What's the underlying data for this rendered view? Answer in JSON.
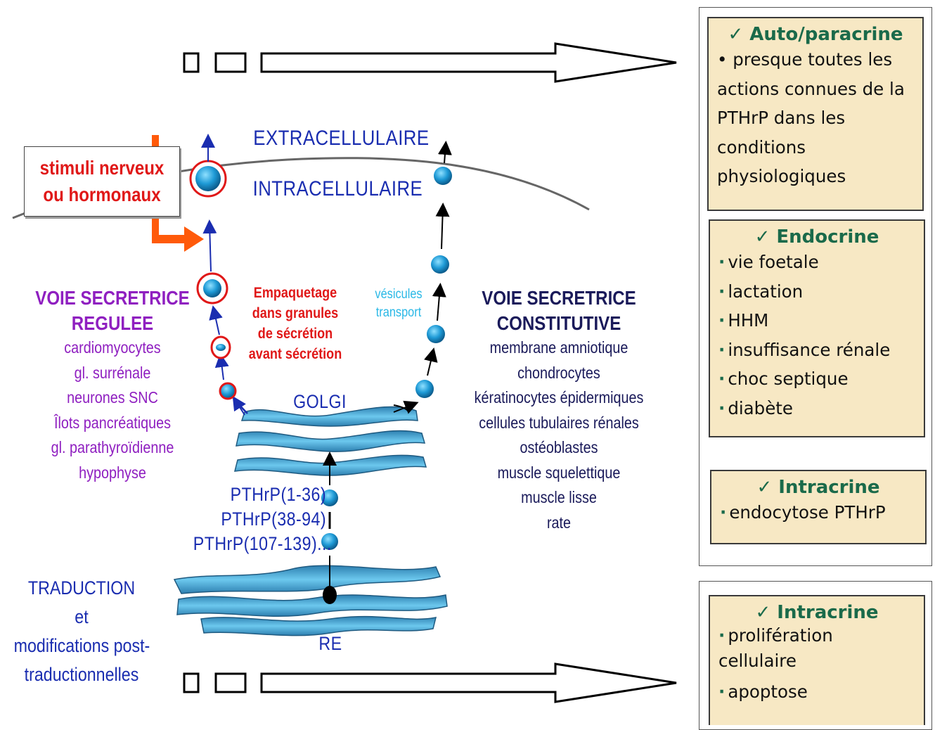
{
  "labels": {
    "extracellulaire": "EXTRACELLULAIRE",
    "intracellulaire": "INTRACELLULAIRE",
    "stimuli": [
      "stimuli nerveux",
      "ou hormonaux"
    ],
    "empaquetage": [
      "Empaquetage",
      "dans granules",
      "de sécrétion",
      "avant sécrétion"
    ],
    "vesicules": [
      "vésicules",
      "transport"
    ],
    "golgi": "GOLGI",
    "re": "RE",
    "pthrp": [
      "PTHrP(1-36)",
      "PTHrP(38-94)",
      "PTHrP(107-139)..."
    ],
    "traduction": [
      "TRADUCTION",
      "et",
      "modifications post-",
      "traductionnelles"
    ]
  },
  "voie_regulee": {
    "title": [
      "VOIE SECRETRICE",
      "REGULEE"
    ],
    "items": [
      "cardiomyocytes",
      "gl. surrénale",
      "neurones SNC",
      "Îlots pancréatiques",
      "gl. parathyroïdienne",
      "hypophyse"
    ]
  },
  "voie_constitutive": {
    "title": [
      "VOIE SECRETRICE",
      "CONSTITUTIVE"
    ],
    "items": [
      "membrane amniotique",
      "chondrocytes",
      "kératinocytes épidermiques",
      "cellules tubulaires rénales",
      "ostéoblastes",
      "muscle squelettique",
      "muscle lisse",
      "rate"
    ]
  },
  "panels": {
    "autoparacrine": {
      "title": "✓ Auto/paracrine",
      "text": [
        "• presque toutes les",
        "actions connues de la",
        "PTHrP dans les",
        "conditions",
        "physiologiques"
      ]
    },
    "endocrine": {
      "title": "✓ Endocrine",
      "items": [
        "vie foetale",
        "lactation",
        "HHM",
        "insuffisance rénale",
        "choc septique",
        "diabète"
      ]
    },
    "intracrine1": {
      "title": "✓ Intracrine",
      "items": [
        "endocytose PTHrP"
      ]
    },
    "intracrine2": {
      "title": "✓ Intracrine",
      "items": [
        "prolifération",
        "apoptose"
      ],
      "continuation": "cellulaire"
    }
  },
  "colors": {
    "blue_label": "#1a2db0",
    "purple": "#8f1fc0",
    "navy": "#1a1a5a",
    "red": "#e01818",
    "orange": "#ff5a0a",
    "panel_bg": "#f7e8c4",
    "vesicle": "#1e9ad6",
    "organelle": "#3aa0cc"
  },
  "icons": [
    "big-arrow-right",
    "vesicle",
    "check-mark"
  ]
}
